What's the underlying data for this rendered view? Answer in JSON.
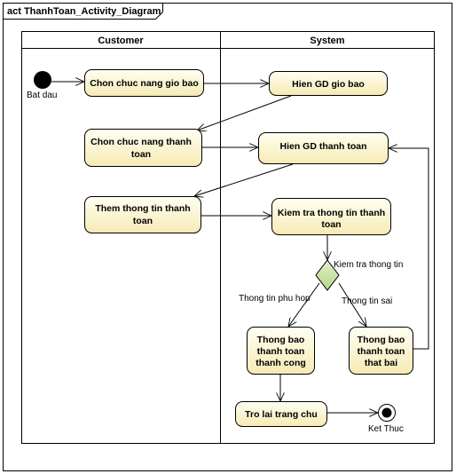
{
  "frame": {
    "title": "act ThanhToan_Activity_Diagram"
  },
  "lanes": {
    "customer": "Customer",
    "system": "System"
  },
  "nodes": {
    "start": "Bat dau",
    "chon_gio": "Chon chuc nang gio bao",
    "hien_gio": "Hien GD gio bao",
    "chon_tt": [
      "Chon chuc nang thanh",
      "toan"
    ],
    "hien_tt": "Hien GD thanh toan",
    "them_tt": [
      "Them thong tin thanh",
      "toan"
    ],
    "kiem_tra": [
      "Kiem tra thong tin thanh",
      "toan"
    ],
    "decision": "Kiem tra thong tin",
    "tb_cong": [
      "Thong bao",
      "thanh toan",
      "thanh cong"
    ],
    "tb_bai": [
      "Thong bao",
      "thanh toan",
      "that bai"
    ],
    "tro_lai": "Tro lai trang chu",
    "end": "Ket Thuc"
  },
  "guards": {
    "phu_hop": "Thong tin phu hop",
    "sai": "Thong tin sai"
  },
  "colors": {
    "action_fill_top": "#fffff2",
    "action_fill_bottom": "#f6eab4",
    "decision_fill": "#c6dfa0",
    "line": "#000000"
  }
}
